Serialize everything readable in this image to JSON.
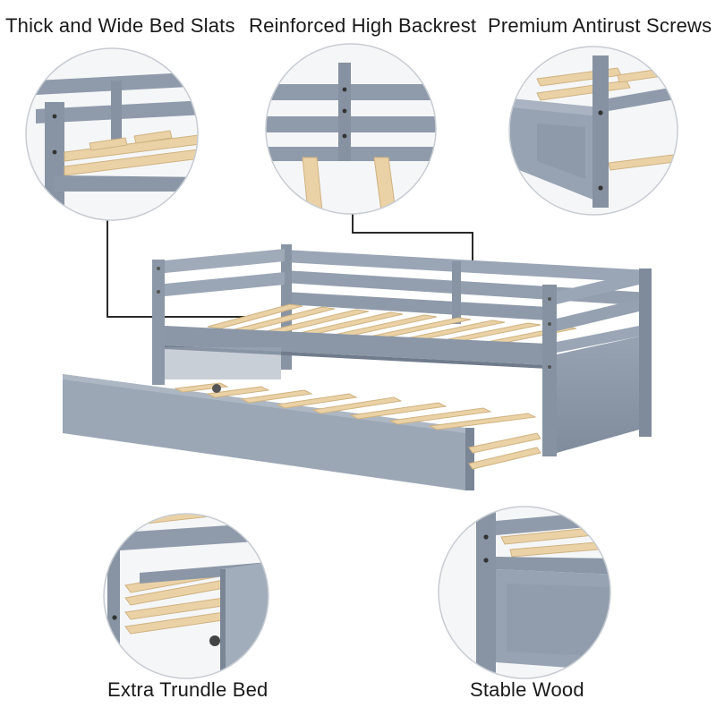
{
  "captions": {
    "slats": "Thick and Wide Bed Slats",
    "backrest": "Reinforced High Backrest",
    "screws": "Premium Antirust Screws",
    "trundle": "Extra Trundle Bed",
    "wood": "Stable Wood"
  },
  "colors": {
    "frame": "#8f9bab",
    "frame_dark": "#717d8d",
    "frame_light": "#a9b3c1",
    "slat": "#ead2a6",
    "slat_edge": "#cfb281",
    "bubble_bg": "#eef0f3",
    "background": "#ffffff"
  }
}
